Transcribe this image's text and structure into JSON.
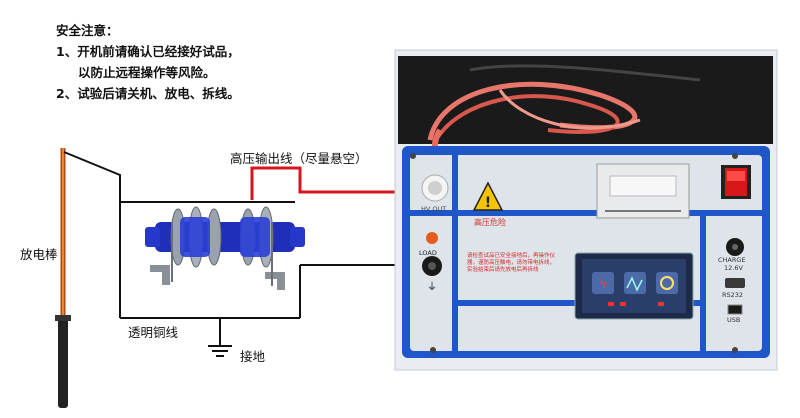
{
  "safety_notes": {
    "title": "安全注意：",
    "line1": "1、开机前请确认已经接好试品，",
    "line1_cont": "以防止远程操作等风险。",
    "line2": "2、试验后请关机、放电、拆线。"
  },
  "labels": {
    "hv_cable": "高压输出线（尽量悬空）",
    "discharge_rod": "放电棒",
    "ground_wire": "透明铜线",
    "ground": "接地"
  },
  "device": {
    "hv_out_label": "HV OUT",
    "warning_label": "高压危险",
    "ground_terminal_label": "LOAD",
    "caution_text": "请检查试品已安全接地后，再操作仪器，谨防高压触电，请勿带电拆线，实验结束后请先放电后再拆线",
    "charge_label": "CHARGE",
    "charge_voltage": "12.6V",
    "rs232_label": "RS232",
    "usb_label": "USB",
    "colors": {
      "panel_blue": "#1f56c8",
      "panel_face": "#dfe3ea",
      "case_black": "#1a1a1a",
      "power_red": "#d71818",
      "screen": "#2a3e6a"
    }
  },
  "icons": [
    "warning-triangle-icon",
    "power-switch-icon",
    "ground-symbol-icon",
    "screen-icon-lightning",
    "screen-icon-waveform",
    "screen-icon-settings"
  ]
}
